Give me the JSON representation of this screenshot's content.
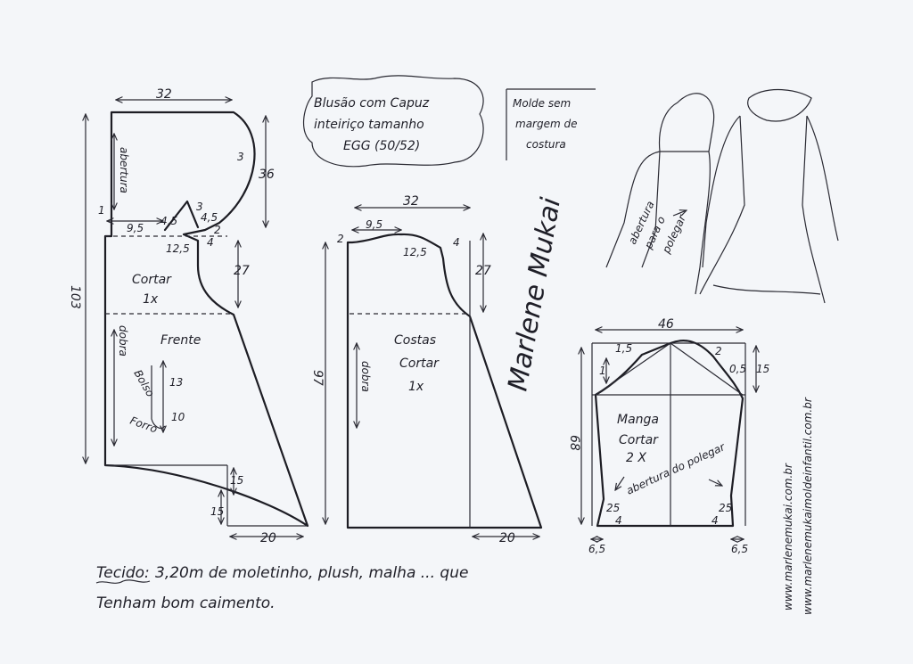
{
  "title_box": {
    "line1": "Blusão com Capuz",
    "line2": "inteiriço tamanho",
    "line3": "EGG (50/52)"
  },
  "margin_note": {
    "line1": "Molde sem",
    "line2": "margem de",
    "line3": "costura"
  },
  "signature": "Marlene Mukai",
  "front": {
    "width_top": "32",
    "total_length": "103",
    "hood_height": "36",
    "hood_curve": "3",
    "neck_width": "9,5",
    "dart_a": "4,5",
    "dart_b": "4,5",
    "dart_tip": "3",
    "side_1": "1",
    "side_2": "2",
    "small_4": "4",
    "neck_curve": "12,5",
    "armhole": "27",
    "cut_label": "Cortar",
    "cut_qty": "1x",
    "fold": "dobra",
    "opening": "abertura",
    "name": "Frente",
    "pocket": "Bolso",
    "lining": "Forro",
    "pocket_h1": "13",
    "pocket_h2": "10",
    "hem_15a": "15",
    "hem_15b": "15",
    "bottom_20": "20"
  },
  "back": {
    "width_top": "32",
    "neck_width": "9,5",
    "left_2": "2",
    "neck_curve": "12,5",
    "shoulder_4": "4",
    "armhole": "27",
    "total_length": "97",
    "fold": "dobra",
    "name": "Costas",
    "cut_label": "Cortar",
    "cut_qty": "1x",
    "bottom_20": "20"
  },
  "sleeve": {
    "width": "46",
    "length": "68",
    "cap_left_15": "1,5",
    "cap_right_2": "2",
    "left_1": "1",
    "right_05": "0,5",
    "cap_height": "15",
    "name": "Manga",
    "cut_label": "Cortar",
    "cut_qty": "2 X",
    "thumb_opening": "abertura do polegar",
    "left_25": "25",
    "right_25": "25",
    "left_4": "4",
    "right_4": "4",
    "left_65": "6,5",
    "right_65": "6,5"
  },
  "sketch_note": {
    "line1": "abertura",
    "line2": "para o",
    "line3": "polegar"
  },
  "websites": {
    "site1": "www.marlenemukai.com.br",
    "site2": "www.marlenemukaimoldeinfantil.com.br"
  },
  "fabric": {
    "label": "Tecido:",
    "line1": "3,20m de moletinho, plush, malha ... que",
    "line2": "Tenham bom caimento."
  }
}
